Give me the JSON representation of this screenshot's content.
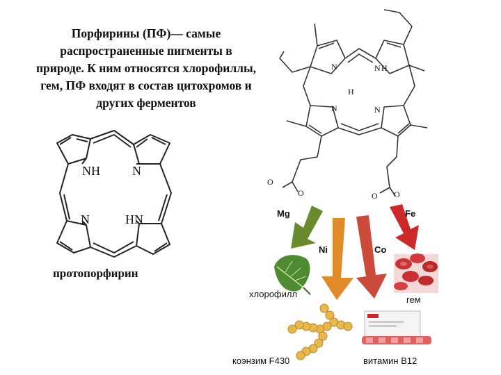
{
  "intro_text": "Порфирины  (ПФ)— самые распространенные пигменты в природе. К ним относятся хлорофиллы,  гем,  ПФ входят в состав цитохромов и других ферментов",
  "protoporphyrin": {
    "caption": "протопорфирин",
    "atoms": {
      "nh": "NH",
      "n1": "N",
      "n2": "N",
      "hn": "HN"
    }
  },
  "heme_structure": {
    "atoms": {
      "n_tl": "N",
      "n_tr": "N",
      "h_tr": "H",
      "h_mid": "H",
      "n_bl": "N",
      "n_br": "N",
      "o1": "O",
      "o2": "O",
      "o3": "O",
      "o4": "O"
    }
  },
  "arrows": {
    "mg": "Mg",
    "ni": "Ni",
    "co": "Co",
    "fe": "Fe"
  },
  "colors": {
    "mg": "#6a8a2e",
    "ni": "#e08a2a",
    "co": "#cc4a3a",
    "fe": "#cc2a2a"
  },
  "products": {
    "chlorophyll": "хлорофилл",
    "heme": "гем",
    "f430": "коэнзим F430",
    "b12": "витамин B12"
  }
}
